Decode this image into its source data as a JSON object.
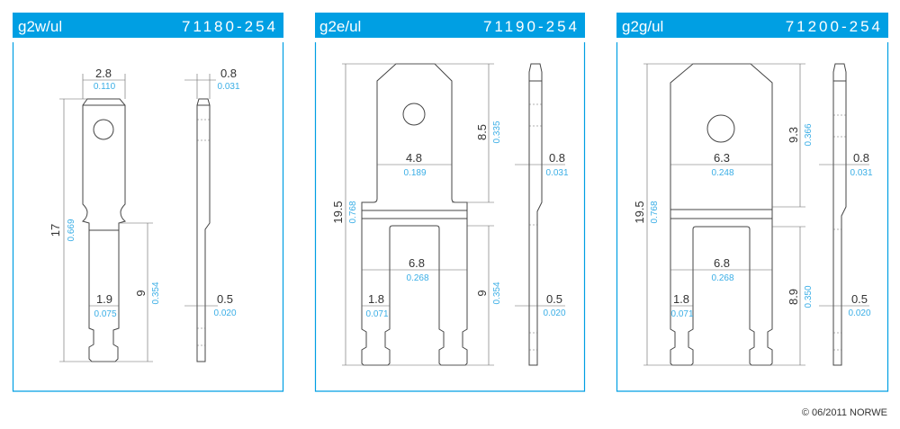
{
  "panels": [
    {
      "name": "g2w/ul",
      "code": "71180-254",
      "width_mm": "2.8",
      "width_in": "0.110",
      "length_mm": "17",
      "length_in": "0.669",
      "blade_mm": "9",
      "blade_in": "0.354",
      "tip_mm": "1.9",
      "tip_in": "0.075",
      "thick_mm": "0.8",
      "thick_in": "0.031",
      "thin_mm": "0.5",
      "thin_in": "0.020"
    },
    {
      "name": "g2e/ul",
      "code": "71190-254",
      "length_mm": "19.5",
      "length_in": "0.768",
      "upper_mm": "8.5",
      "upper_in": "0.335",
      "tab_mm": "4.8",
      "tab_in": "0.189",
      "span_mm": "6.8",
      "span_in": "0.268",
      "leg_mm": "1.8",
      "leg_in": "0.071",
      "blade_mm": "9",
      "blade_in": "0.354",
      "thick_mm": "0.8",
      "thick_in": "0.031",
      "thin_mm": "0.5",
      "thin_in": "0.020"
    },
    {
      "name": "g2g/ul",
      "code": "71200-254",
      "length_mm": "19.5",
      "length_in": "0.768",
      "upper_mm": "9.3",
      "upper_in": "0.366",
      "tab_mm": "6.3",
      "tab_in": "0.248",
      "span_mm": "6.8",
      "span_in": "0.268",
      "leg_mm": "1.8",
      "leg_in": "0.071",
      "blade_mm": "8.9",
      "blade_in": "0.350",
      "thick_mm": "0.8",
      "thick_in": "0.031",
      "thin_mm": "0.5",
      "thin_in": "0.020"
    }
  ],
  "copyright": "© 06/2011 NORWE"
}
